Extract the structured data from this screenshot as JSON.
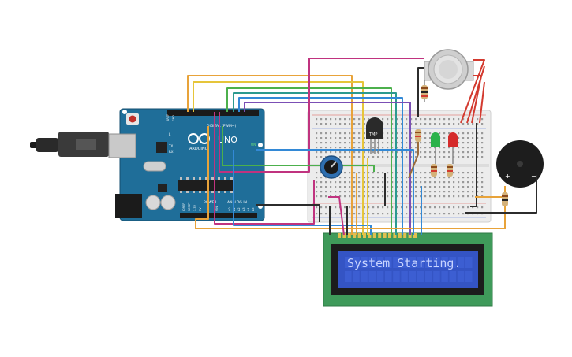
{
  "arduino": {
    "logo_text": "UNO",
    "brand_text": "ARDUINO",
    "digital_label": "DIGITAL (PWM~)",
    "power_label": "POWER",
    "analog_label": "ANALOG IN",
    "on_label": "ON",
    "tx_label": "TX",
    "rx_label": "RX",
    "l_label": "L",
    "aref_label": "AREF",
    "gnd_label": "GND",
    "ioref_label": "IOREF",
    "reset_label": "RESET",
    "v33_label": "3.3V",
    "v5_label": "5V",
    "vin_label": "VIN",
    "a0_label": "A0",
    "a1_label": "A1",
    "a2_label": "A2",
    "a3_label": "A3",
    "a4_label": "A4",
    "a5_label": "A5"
  },
  "sensor": {
    "tmp_label": "TMP"
  },
  "buzzer": {
    "plus_label": "+",
    "minus_label": "−"
  },
  "lcd": {
    "text": "System Starting."
  },
  "colors": {
    "board": "#1f6e99",
    "breadboard": "#ececec",
    "lcd_pcb": "#3f9a5a",
    "lcd_screen": "#3454c4",
    "lcd_text": "#c8d4ff",
    "wire_orange": "#e8a33a",
    "wire_yellow": "#e6c53a",
    "wire_green": "#4cb04c",
    "wire_teal": "#2c9a8f",
    "wire_blue": "#3389d6",
    "wire_purple": "#7b4fb5",
    "wire_magenta": "#c0337f",
    "wire_red": "#d33a2f",
    "wire_black": "#2c2c2c",
    "wire_brown": "#9a6b3c",
    "led_green": "#2bb24a",
    "led_red": "#d52a2a"
  }
}
